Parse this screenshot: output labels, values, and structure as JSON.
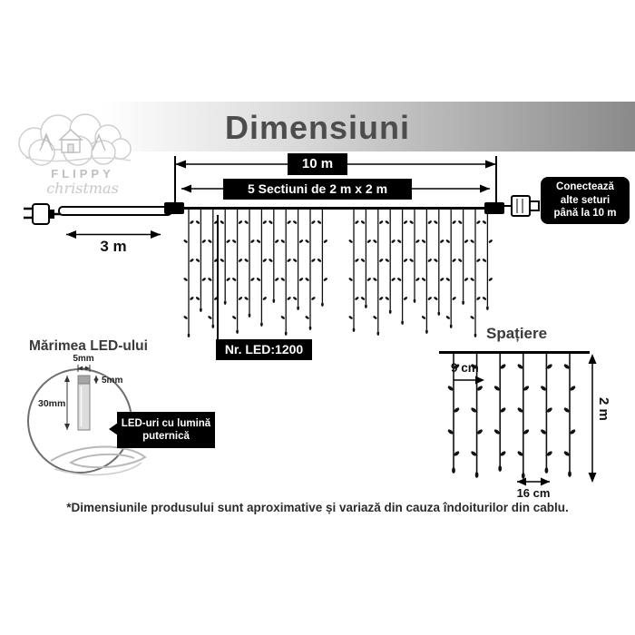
{
  "title": "Dimensiuni",
  "logo": {
    "line1": "FLIPPY",
    "line2": "christmas"
  },
  "main_diagram": {
    "total_length_label": "10 m",
    "sections_label": "5 Sectiuni de 2 m x 2 m",
    "lead_length_label": "3 m",
    "connect_note": "Conectează\nalte seturi\npână la 10 m",
    "led_count_label": "Nr. LED:1200"
  },
  "spacing_diagram": {
    "title": "Spațiere",
    "led_gap_label": "9 cm",
    "drop_height_label": "2 m",
    "drop_gap_label": "16 cm"
  },
  "led_size_diagram": {
    "title": "Mărimea LED-ului",
    "top_width_label": "5mm",
    "cap_height_label": "5mm",
    "body_height_label": "30mm",
    "note": "LED-uri cu lumină\nputernică"
  },
  "footnote": "*Dimensiunile produsului sunt aproximative și variază din cauza îndoiturilor din cablu.",
  "colors": {
    "label_bg": "#000000",
    "label_text": "#ffffff",
    "title_text": "#4d4d4d"
  }
}
